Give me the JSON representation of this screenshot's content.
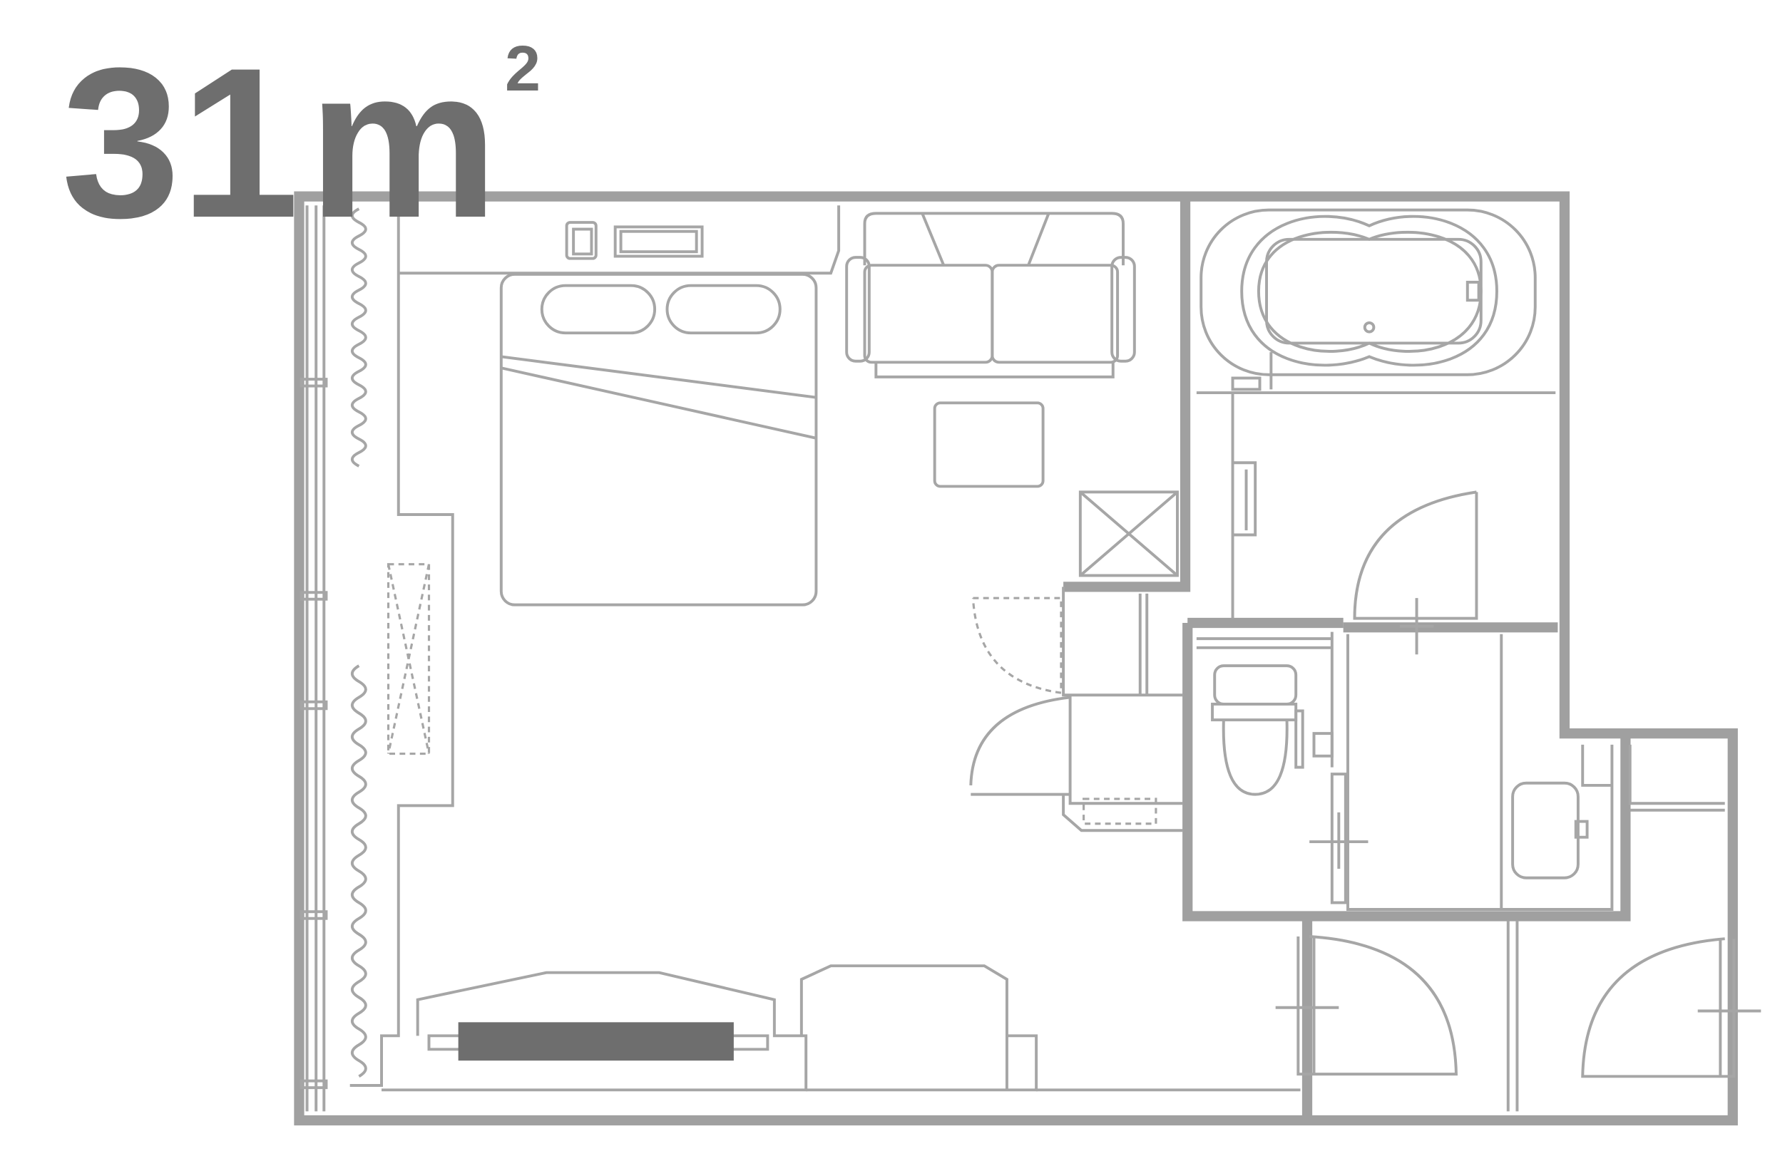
{
  "title": {
    "area_value": "31",
    "area_unit": "m",
    "area_unit_power": "2"
  },
  "colors": {
    "text": "#6e6e6e",
    "walls": "#a0a0a0",
    "lines": "#a6a6a6",
    "tv": "#6e6e6e"
  },
  "icons": [
    "double-bed",
    "sofa",
    "bathtub",
    "toilet",
    "sink",
    "desk",
    "tv",
    "telephone",
    "doors",
    "curtains",
    "closet"
  ]
}
